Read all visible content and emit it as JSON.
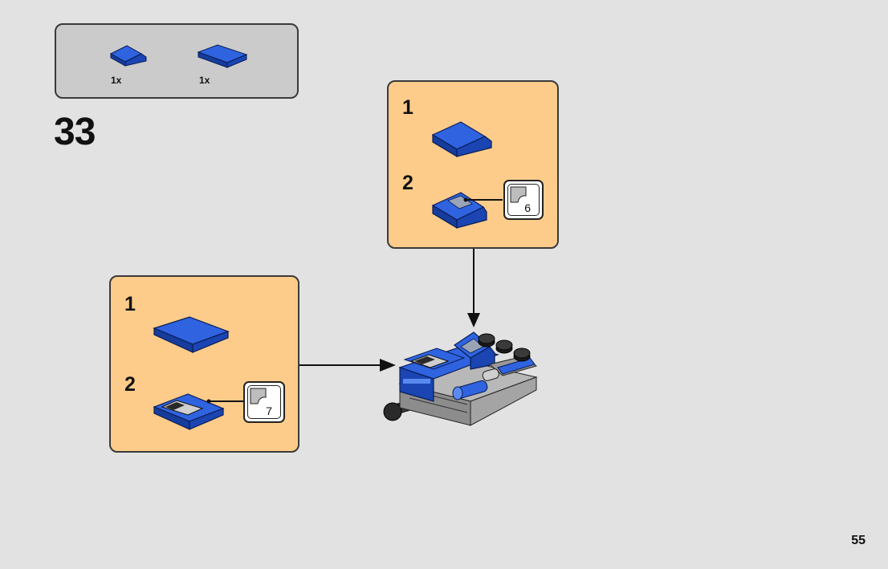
{
  "parts_list": {
    "items": [
      {
        "icon": "blue-slope-brick-icon",
        "quantity": "1x"
      },
      {
        "icon": "blue-flat-tile-icon",
        "quantity": "1x"
      }
    ]
  },
  "step": {
    "number": "33"
  },
  "subassembly_top": {
    "steps": [
      {
        "number": "1",
        "icon": "blue-slope-brick-icon"
      },
      {
        "number": "2",
        "icon": "stickered-slope-brick-icon",
        "sticker": "6"
      }
    ]
  },
  "subassembly_left": {
    "steps": [
      {
        "number": "1",
        "icon": "blue-flat-tile-icon"
      },
      {
        "number": "2",
        "icon": "stickered-flat-tile-icon",
        "sticker": "7"
      }
    ]
  },
  "page": {
    "number": "55"
  },
  "colors": {
    "background": "#e2e2e2",
    "parts_box": "#cbcbcb",
    "subassembly_box": "#fecc8a",
    "brick_blue": "#1f4fc6"
  }
}
